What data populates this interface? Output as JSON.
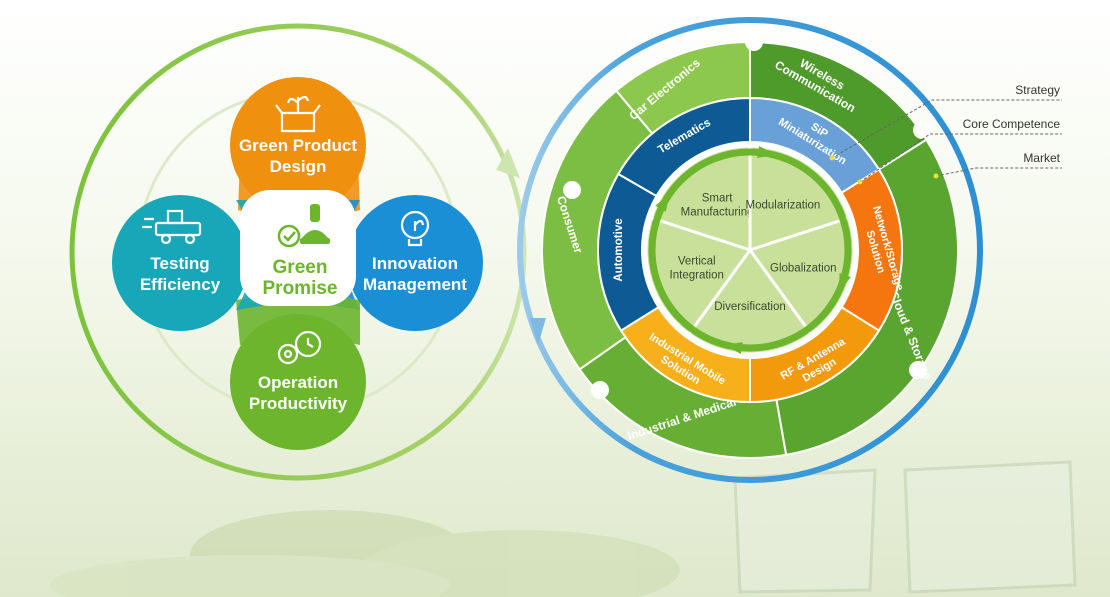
{
  "left": {
    "center": {
      "line1": "Green",
      "line2": "Promise"
    },
    "petals": [
      {
        "name": "green-product-design",
        "line1": "Green Product",
        "line2": "Design",
        "icon": "box-sprout-icon",
        "color": "#f0900f"
      },
      {
        "name": "innovation-management",
        "line1": "Innovation",
        "line2": "Management",
        "icon": "lightbulb-leaf-icon",
        "color": "#1a8fd5"
      },
      {
        "name": "operation-productivity",
        "line1": "Operation",
        "line2": "Productivity",
        "icon": "gears-clock-icon",
        "color": "#6cb52d"
      },
      {
        "name": "testing-efficiency",
        "line1": "Testing",
        "line2": "Efficiency",
        "icon": "conveyor-cart-icon",
        "color": "#17a7b8"
      }
    ]
  },
  "right": {
    "callouts": [
      "Strategy",
      "Core Competence",
      "Market"
    ],
    "strategy": [
      {
        "line1": "Smart",
        "line2": "Manufacturing"
      },
      {
        "line1": "Modularization",
        "line2": ""
      },
      {
        "line1": "Globalization",
        "line2": ""
      },
      {
        "line1": "Diversification",
        "line2": ""
      },
      {
        "line1": "Vertical",
        "line2": "Integration"
      }
    ],
    "competence": [
      {
        "line1": "SiP",
        "line2": "Miniaturization",
        "color": "#6aa0d8"
      },
      {
        "line1": "Network/Storage",
        "line2": "Solution",
        "color": "#f5750e"
      },
      {
        "line1": "RF & Antenna",
        "line2": "Design",
        "color": "#f39a0c"
      },
      {
        "line1": "Industrial Mobile",
        "line2": "Solution",
        "color": "#f7b01a"
      },
      {
        "line1": "Automotive",
        "line2": "",
        "color": "#0d5a94"
      },
      {
        "line1": "Telematics",
        "line2": "",
        "color": "#0d5a94"
      }
    ],
    "market": [
      {
        "line1": "Wireless",
        "line2": "Communication",
        "color": "#4e9a2a"
      },
      {
        "line1": "Cloud & Storage",
        "line2": "",
        "color": "#5aa530"
      },
      {
        "line1": "Industrial & Medical",
        "line2": "",
        "color": "#66af34"
      },
      {
        "line1": "Consumer",
        "line2": "",
        "color": "#7cbe43"
      },
      {
        "line1": "Car Electronics",
        "line2": "",
        "color": "#8cc84e"
      }
    ]
  },
  "colors": {
    "outer_left_ring": "#8cc63f",
    "outer_right_ring": "#3d9ad6",
    "strategy_fill": "#c8e09a",
    "strategy_arrow": "#6cb52d"
  }
}
